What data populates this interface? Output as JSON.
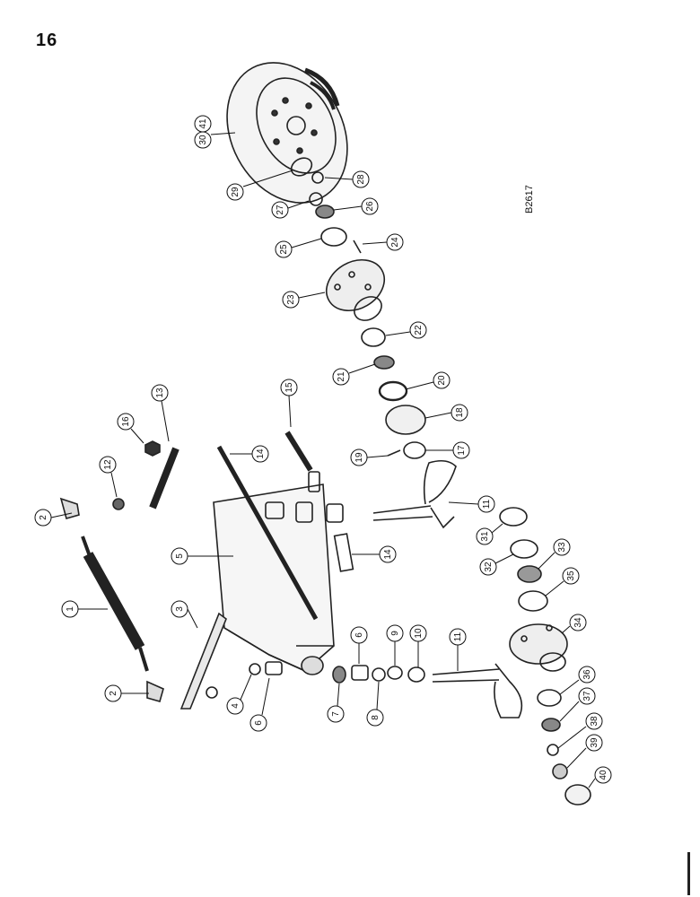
{
  "page": {
    "number": "16",
    "drawing_code": "B2617"
  },
  "callouts": [
    {
      "n": "1"
    },
    {
      "n": "2"
    },
    {
      "n": "2"
    },
    {
      "n": "3"
    },
    {
      "n": "4"
    },
    {
      "n": "5"
    },
    {
      "n": "6"
    },
    {
      "n": "6"
    },
    {
      "n": "7"
    },
    {
      "n": "8"
    },
    {
      "n": "9"
    },
    {
      "n": "10"
    },
    {
      "n": "11"
    },
    {
      "n": "11"
    },
    {
      "n": "12"
    },
    {
      "n": "13"
    },
    {
      "n": "14"
    },
    {
      "n": "14"
    },
    {
      "n": "15"
    },
    {
      "n": "16"
    },
    {
      "n": "17"
    },
    {
      "n": "18"
    },
    {
      "n": "19"
    },
    {
      "n": "20"
    },
    {
      "n": "21"
    },
    {
      "n": "22"
    },
    {
      "n": "23"
    },
    {
      "n": "24"
    },
    {
      "n": "25"
    },
    {
      "n": "26"
    },
    {
      "n": "27"
    },
    {
      "n": "28"
    },
    {
      "n": "29"
    },
    {
      "n": "30"
    },
    {
      "n": "41"
    },
    {
      "n": "31"
    },
    {
      "n": "32"
    },
    {
      "n": "33"
    },
    {
      "n": "34"
    },
    {
      "n": "35"
    },
    {
      "n": "36"
    },
    {
      "n": "37"
    },
    {
      "n": "38"
    },
    {
      "n": "39"
    },
    {
      "n": "40"
    }
  ]
}
